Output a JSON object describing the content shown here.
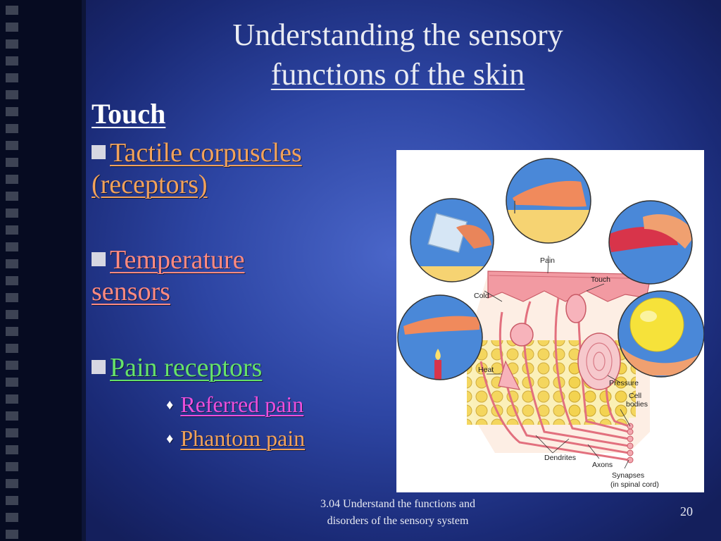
{
  "slide": {
    "title_line1": "Understanding the sensory",
    "title_line2": "functions of the skin",
    "heading": "Touch",
    "bullets": [
      {
        "text": "Tactile corpuscles (receptors)"
      },
      {
        "text": "Temperature sensors"
      },
      {
        "text": "Pain receptors"
      }
    ],
    "sub_bullets": [
      {
        "text": "Referred pain"
      },
      {
        "text": "Phantom pain"
      }
    ],
    "footer_line1": "3.04 Understand the functions and",
    "footer_line2": "disorders of the sensory system",
    "page_number": "20"
  },
  "figure": {
    "labels": {
      "pain": "Pain",
      "cold": "Cold",
      "touch": "Touch",
      "heat": "Heat",
      "pressure": "Pressure",
      "cell": "Cell",
      "bodies": "bodies",
      "dendrites": "Dendrites",
      "axons": "Axons",
      "synapses": "Synapses",
      "spinal": "(in spinal cord)"
    }
  },
  "colors": {
    "background": "#2d45a3",
    "bullet_tactile": "#f2a25a",
    "bullet_temperature": "#ff8a80",
    "bullet_pain": "#66e26a",
    "sub_referred": "#ef4fdc",
    "sub_phantom": "#f2a25a"
  }
}
